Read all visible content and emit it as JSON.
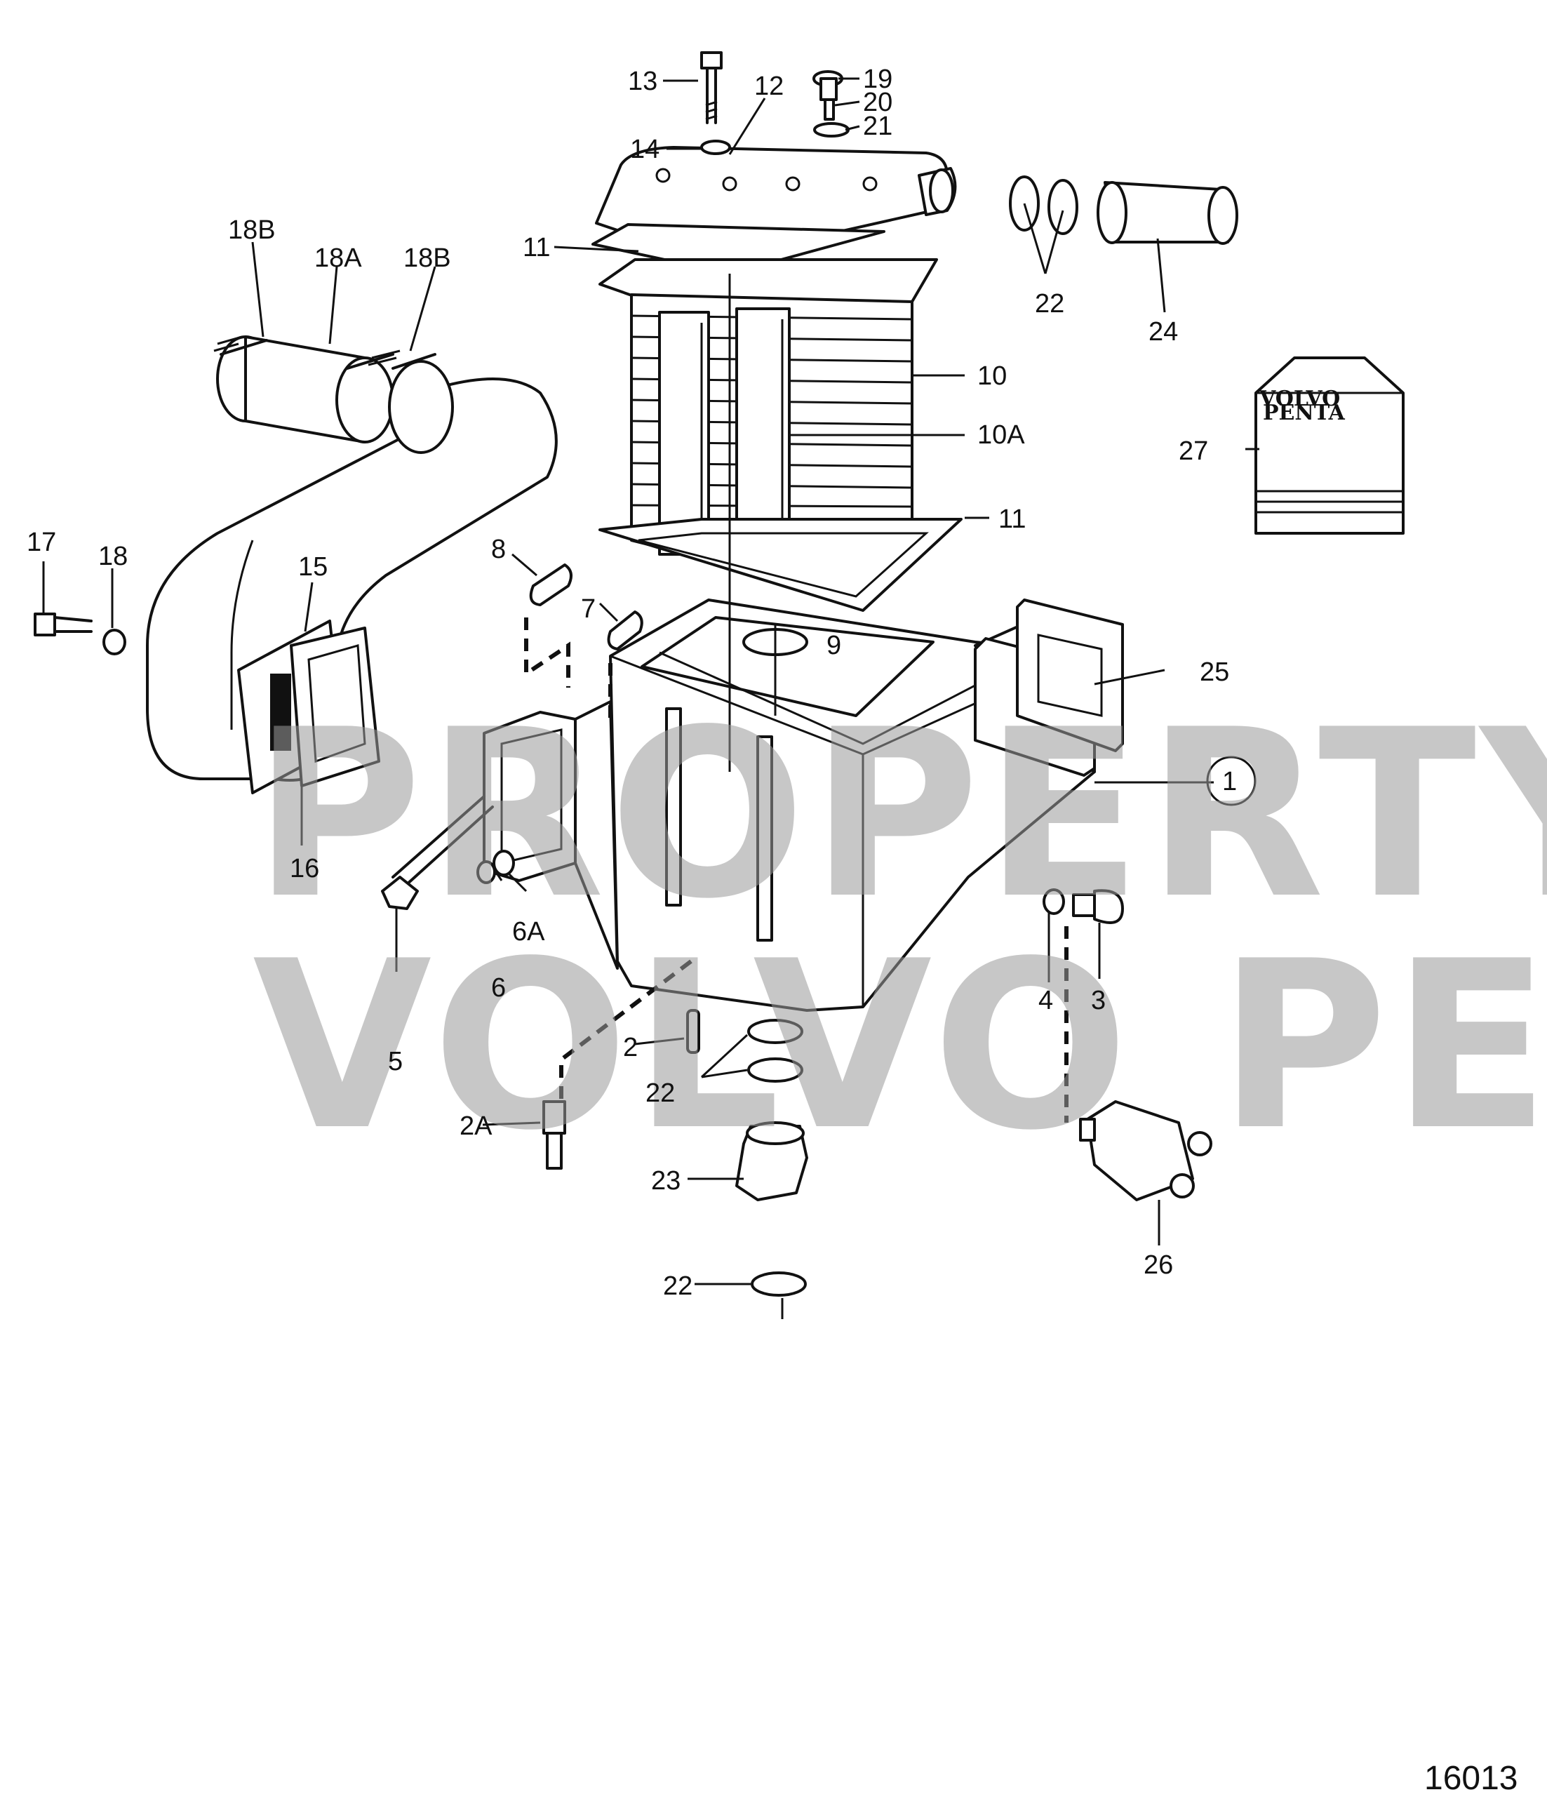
{
  "watermark": {
    "line1": "PROPERTY OF",
    "line2": "VOLVO PENTA"
  },
  "leaflet_text": {
    "line1": "VOLVO",
    "line2": "PENTA"
  },
  "drawing_number": "16013",
  "callouts": {
    "c1": "1",
    "c2": "2",
    "c2a": "2A",
    "c3": "3",
    "c4": "4",
    "c5": "5",
    "c6": "6",
    "c6a": "6A",
    "c7": "7",
    "c8": "8",
    "c9": "9",
    "c10": "10",
    "c10a": "10A",
    "c11top": "11",
    "c11bot": "11",
    "c12": "12",
    "c13": "13",
    "c14": "14",
    "c15": "15",
    "c16": "16",
    "c17": "17",
    "c18": "18",
    "c18a": "18A",
    "c18bl": "18B",
    "c18br": "18B",
    "c19": "19",
    "c20": "20",
    "c21": "21",
    "c22top": "22",
    "c22mid": "22",
    "c22bot": "22",
    "c23": "23",
    "c24": "24",
    "c25": "25",
    "c26": "26",
    "c27": "27"
  }
}
